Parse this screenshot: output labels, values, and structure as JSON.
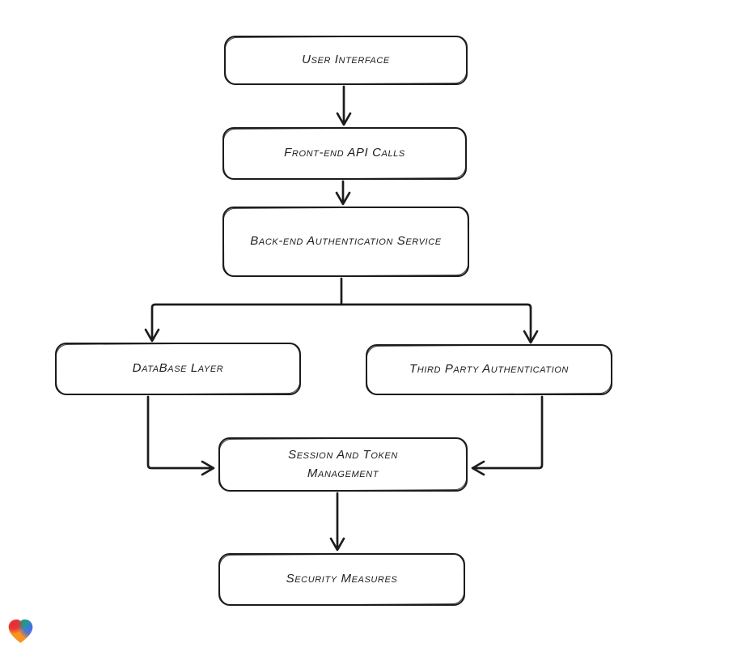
{
  "canvas": {
    "background": "#ffffff",
    "stroke_color": "#1c1c1c"
  },
  "diagram": {
    "type": "flowchart",
    "nodes": [
      {
        "id": "user-interface",
        "label": "User Interface"
      },
      {
        "id": "front-end-api-calls",
        "label": "Front-end API Calls"
      },
      {
        "id": "back-end-authentication-service",
        "label": "Back-end Authentication Service"
      },
      {
        "id": "database-layer",
        "label": "DataBase Layer"
      },
      {
        "id": "third-party-authentication",
        "label": "Third Party Authentication"
      },
      {
        "id": "session-and-token-management",
        "label": "Session And Token Management"
      },
      {
        "id": "security-measures",
        "label": "Security Measures"
      }
    ],
    "edges": [
      {
        "from": "user-interface",
        "to": "front-end-api-calls"
      },
      {
        "from": "front-end-api-calls",
        "to": "back-end-authentication-service"
      },
      {
        "from": "back-end-authentication-service",
        "to": "database-layer"
      },
      {
        "from": "back-end-authentication-service",
        "to": "third-party-authentication"
      },
      {
        "from": "database-layer",
        "to": "session-and-token-management"
      },
      {
        "from": "third-party-authentication",
        "to": "session-and-token-management"
      },
      {
        "from": "session-and-token-management",
        "to": "security-measures"
      }
    ]
  },
  "branding": {
    "logo": "lovable-heart-logo",
    "gradient_colors": [
      "#e8283a",
      "#14a085",
      "#3a6ff2",
      "#f7941f"
    ]
  }
}
